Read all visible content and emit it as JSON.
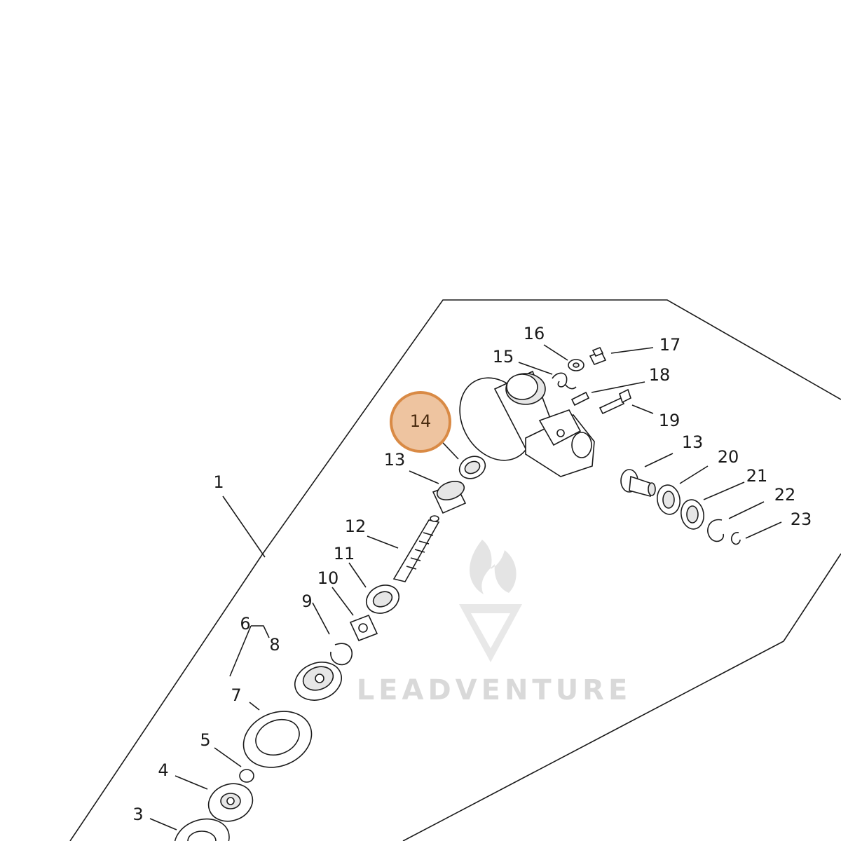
{
  "labels": {
    "p1": "1",
    "p3": "3",
    "p4": "4",
    "p5": "5",
    "p6": "6",
    "p7": "7",
    "p8": "8",
    "p9": "9",
    "p10": "10",
    "p11": "11",
    "p12": "12",
    "p13a": "13",
    "p13b": "13",
    "p14": "14",
    "p15": "15",
    "p16": "16",
    "p17": "17",
    "p18": "18",
    "p19": "19",
    "p20": "20",
    "p21": "21",
    "p22": "22",
    "p23": "23"
  },
  "highlight": {
    "label": "14",
    "color": "#d98a45",
    "fill": "#eec4a0"
  },
  "watermark": {
    "text": "LEADVENTURE"
  }
}
